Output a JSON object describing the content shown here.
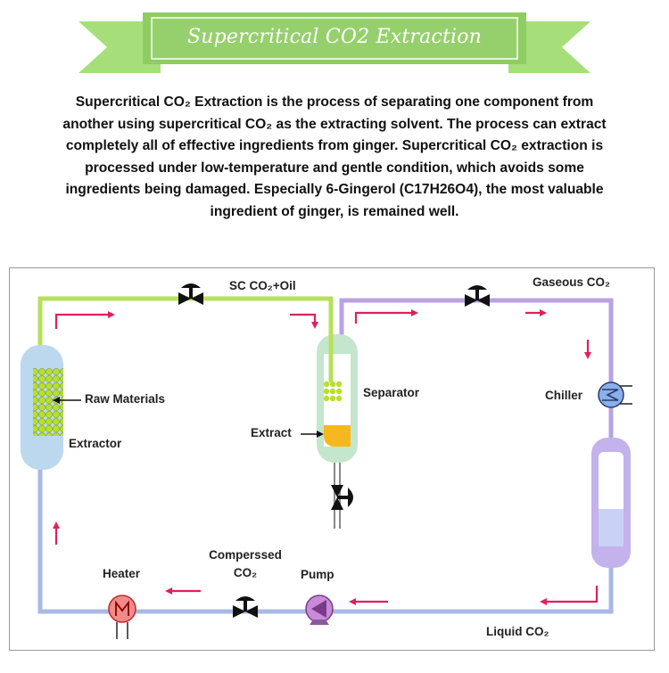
{
  "banner": {
    "title": "Supercritical CO2 Extraction",
    "colors": {
      "ribbon_light": "#a6df7a",
      "ribbon_dark": "#6fb04a",
      "ribbon_fill": "#96d06c"
    }
  },
  "intro": {
    "lines": [
      "Supercritical CO₂ Extraction is the process of separating one component from",
      "another using supercritical CO₂ as the extracting solvent. The process can extract",
      "completely all of effective ingredients from ginger. Supercritical CO₂ extraction is",
      "processed under  low-temperature and gentle condition, which avoids some",
      "ingredients being damaged. Especially 6-Gingerol (C17H26O4), the most valuable",
      "ingredient of ginger, is remained well."
    ]
  },
  "diagram": {
    "labels": {
      "sc_co2_oil": "SC CO₂+Oil",
      "gaseous_co2": "Gaseous CO₂",
      "raw_materials": "Raw Materials",
      "extractor": "Extractor",
      "separator": "Separator",
      "extract": "Extract",
      "chiller": "Chiller",
      "heater": "Heater",
      "compressed": "Comperssed",
      "compressed_co2": "CO₂",
      "pump": "Pump",
      "liquid_co2": "Liquid CO₂"
    },
    "colors": {
      "green_pipe": "#b7e05a",
      "purple_pipe": "#b8a2e4",
      "blue_pipe": "#aab8e4",
      "arrow": "#e0205a",
      "vessel_blue": "#bcd8ee",
      "vessel_green": "#c4e6cc",
      "extract_yellow": "#f6b81e",
      "heater_red": "#f28a8a",
      "pump_purple": "#c98ad8",
      "chiller_blue": "#8ab0ec"
    }
  }
}
